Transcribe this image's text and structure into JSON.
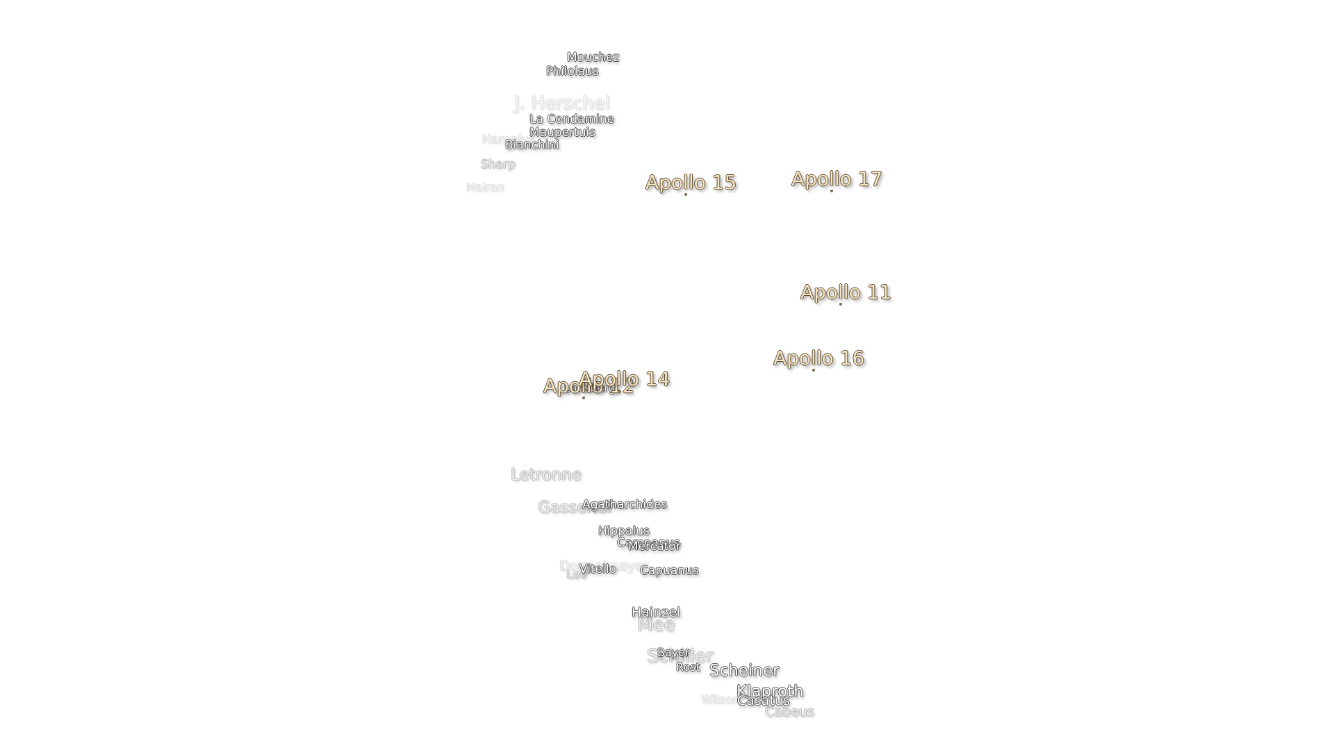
{
  "map": {
    "apollo_sites": {
      "a15": "Apollo 15",
      "a17": "Apollo 17",
      "a11": "Apollo 11",
      "a16": "Apollo 16",
      "a14": "Apollo 14",
      "a12": "Apollo 12"
    },
    "craters": {
      "mouchez": "Mouchez",
      "philolaus": "Philolaus",
      "j_herschel": "J. Herschel",
      "la_condamine": "La Condamine",
      "maupertuis": "Maupertuis",
      "harpalus": "Harpalus",
      "bianchini": "Bianchini",
      "sharp": "Sharp",
      "mairan": "Mairan",
      "lansberg": "Lansberg",
      "letronne": "Letronne",
      "gassendi": "Gassendi",
      "agatharchides": "Agatharchides",
      "hippalus": "Hippalus",
      "campanus": "Campanus",
      "mercator": "Mercator",
      "doppelmayer": "Doppelmayer",
      "vitello": "Vitello",
      "lee": "Lee",
      "capuanus": "Capuanus",
      "hainzel": "Hainzel",
      "mee": "Mee",
      "bayer": "Bayer",
      "schiller": "Schiller",
      "rost": "Rost",
      "scheiner": "Scheiner",
      "klaproth": "Klaproth",
      "casatus": "Casatus",
      "wilson": "Wilson",
      "cabeus": "Cabeus"
    }
  }
}
